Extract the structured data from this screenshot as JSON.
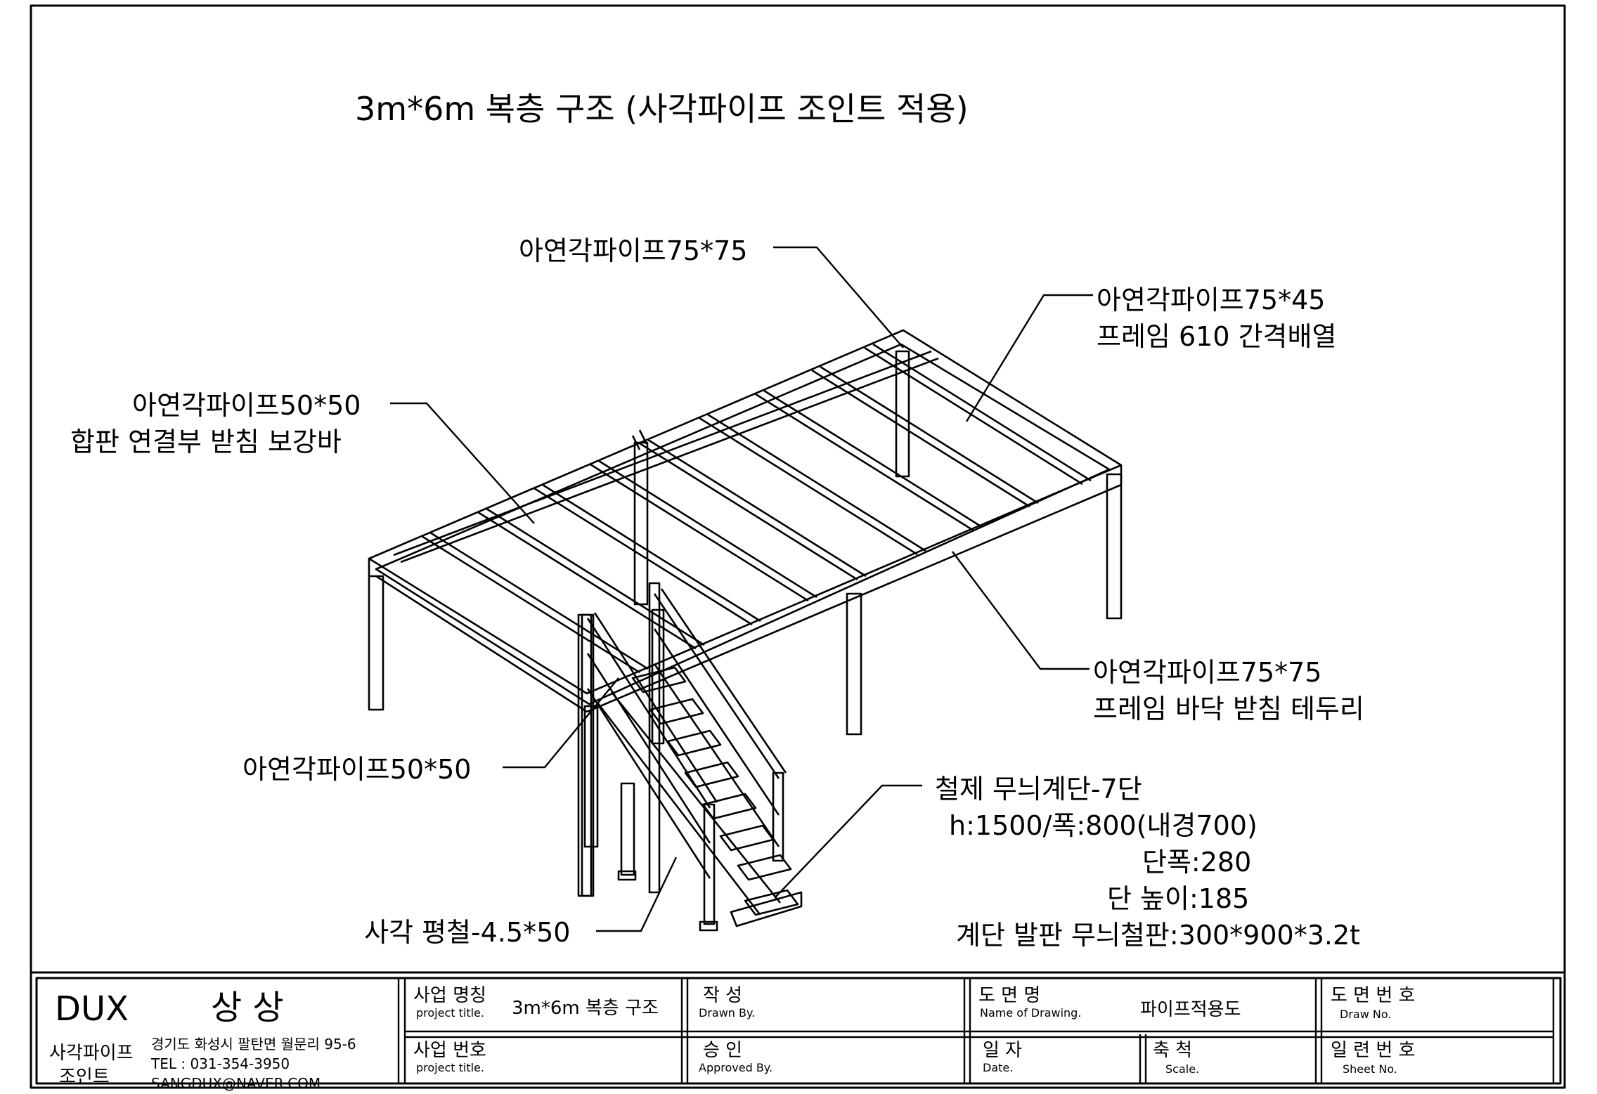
{
  "title": "3m*6m 복층 구조  (사각파이프 조인트 적용)",
  "callouts": {
    "top_post": "아연각파이프75*75",
    "joist_l1": "아연각파이프75*45",
    "joist_l2": "프레임 610 간격배열",
    "rebar_l1": "아연각파이프50*50",
    "rebar_l2": "합판 연결부 받침 보강바",
    "edge_l1": "아연각파이프75*75",
    "edge_l2": "프레임 바닥 받침 테두리",
    "stair_post": "아연각파이프50*50",
    "stair_l1": "철제 무늬계단-7단",
    "stair_l2": "h:1500/폭:800(내경700)",
    "stair_l3": "단폭:280",
    "stair_l4": "단 높이:185",
    "stair_l5": "계단 발판 무늬철판:300*900*3.2t",
    "flatbar": "사각 평철-4.5*50"
  },
  "title_block": {
    "company": "DUX",
    "company_name": "상 상",
    "brand_l1": "사각파이프",
    "brand_l2": "조인트",
    "address": "경기도 화성시 팔탄면 월문리 95-6",
    "tel": "TEL : 031-354-3950",
    "email": "SANGDUX@NAVER.COM",
    "project_name_label": "사업 명칭",
    "project_name_sub": "project title.",
    "project_name_value": "3m*6m 복층 구조",
    "project_no_label": "사업 번호",
    "project_no_sub": "project title.",
    "drawn_label": "작   성",
    "drawn_sub": "Drawn By.",
    "approved_label": "승   인",
    "approved_sub": "Approved By.",
    "drawing_name_label": "도  면  명",
    "drawing_name_sub": "Name of Drawing.",
    "drawing_name_value": "파이프적용도",
    "date_label": "일   자",
    "date_sub": "Date.",
    "scale_label": "축  척",
    "scale_sub": "Scale.",
    "draw_no_label": "도 면 번 호",
    "draw_no_sub": "Draw No.",
    "sheet_no_label": "일 련 번 호",
    "sheet_no_sub": "Sheet No."
  }
}
